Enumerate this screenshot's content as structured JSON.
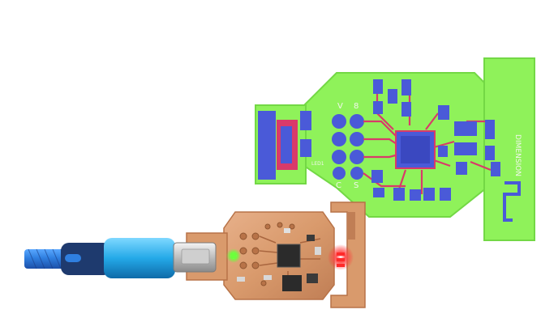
{
  "photo": {
    "silkscreen_brand": "DIMENSION",
    "silkscreen_labels": [
      "V",
      "8",
      "C",
      "S",
      "LED1"
    ]
  },
  "colors": {
    "background": "#ffffff",
    "board_green": "#8ff25a",
    "board_green_edge": "#73d845",
    "pad_blue": "#4a5ad8",
    "trace_red": "#d93a6a",
    "copper": "#d99a6c",
    "copper_dark": "#b87348",
    "cable_blue": "#2f7fe0",
    "connector_cyan": "#24a9e8",
    "led_red": "#ff2a2a",
    "led_green": "#6cff3c"
  }
}
